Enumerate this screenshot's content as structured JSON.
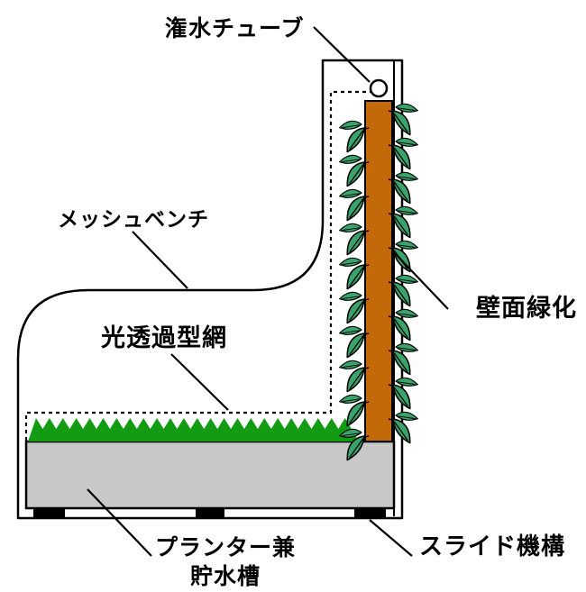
{
  "labels": {
    "irrigation_tube": "潅水チューブ",
    "mesh_bench": "メッシュベンチ",
    "light_net": "光透過型網",
    "wall_greening": "壁面緑化",
    "planter_line1": "プランター兼",
    "planter_line2": "貯水槽",
    "slide_mechanism": "スライド機構"
  },
  "colors": {
    "outline_black": "#000000",
    "background_white": "#ffffff",
    "column_brown": "#c4690a",
    "leaf_green": "#3aa36b",
    "grass_green": "#149b14",
    "planter_gray": "#c8c8c8",
    "feet_black": "#000000"
  },
  "diagram": {
    "leaf_rows_per_side": 10,
    "leaf_row_spacing": 38,
    "grass_teeth": 24
  }
}
